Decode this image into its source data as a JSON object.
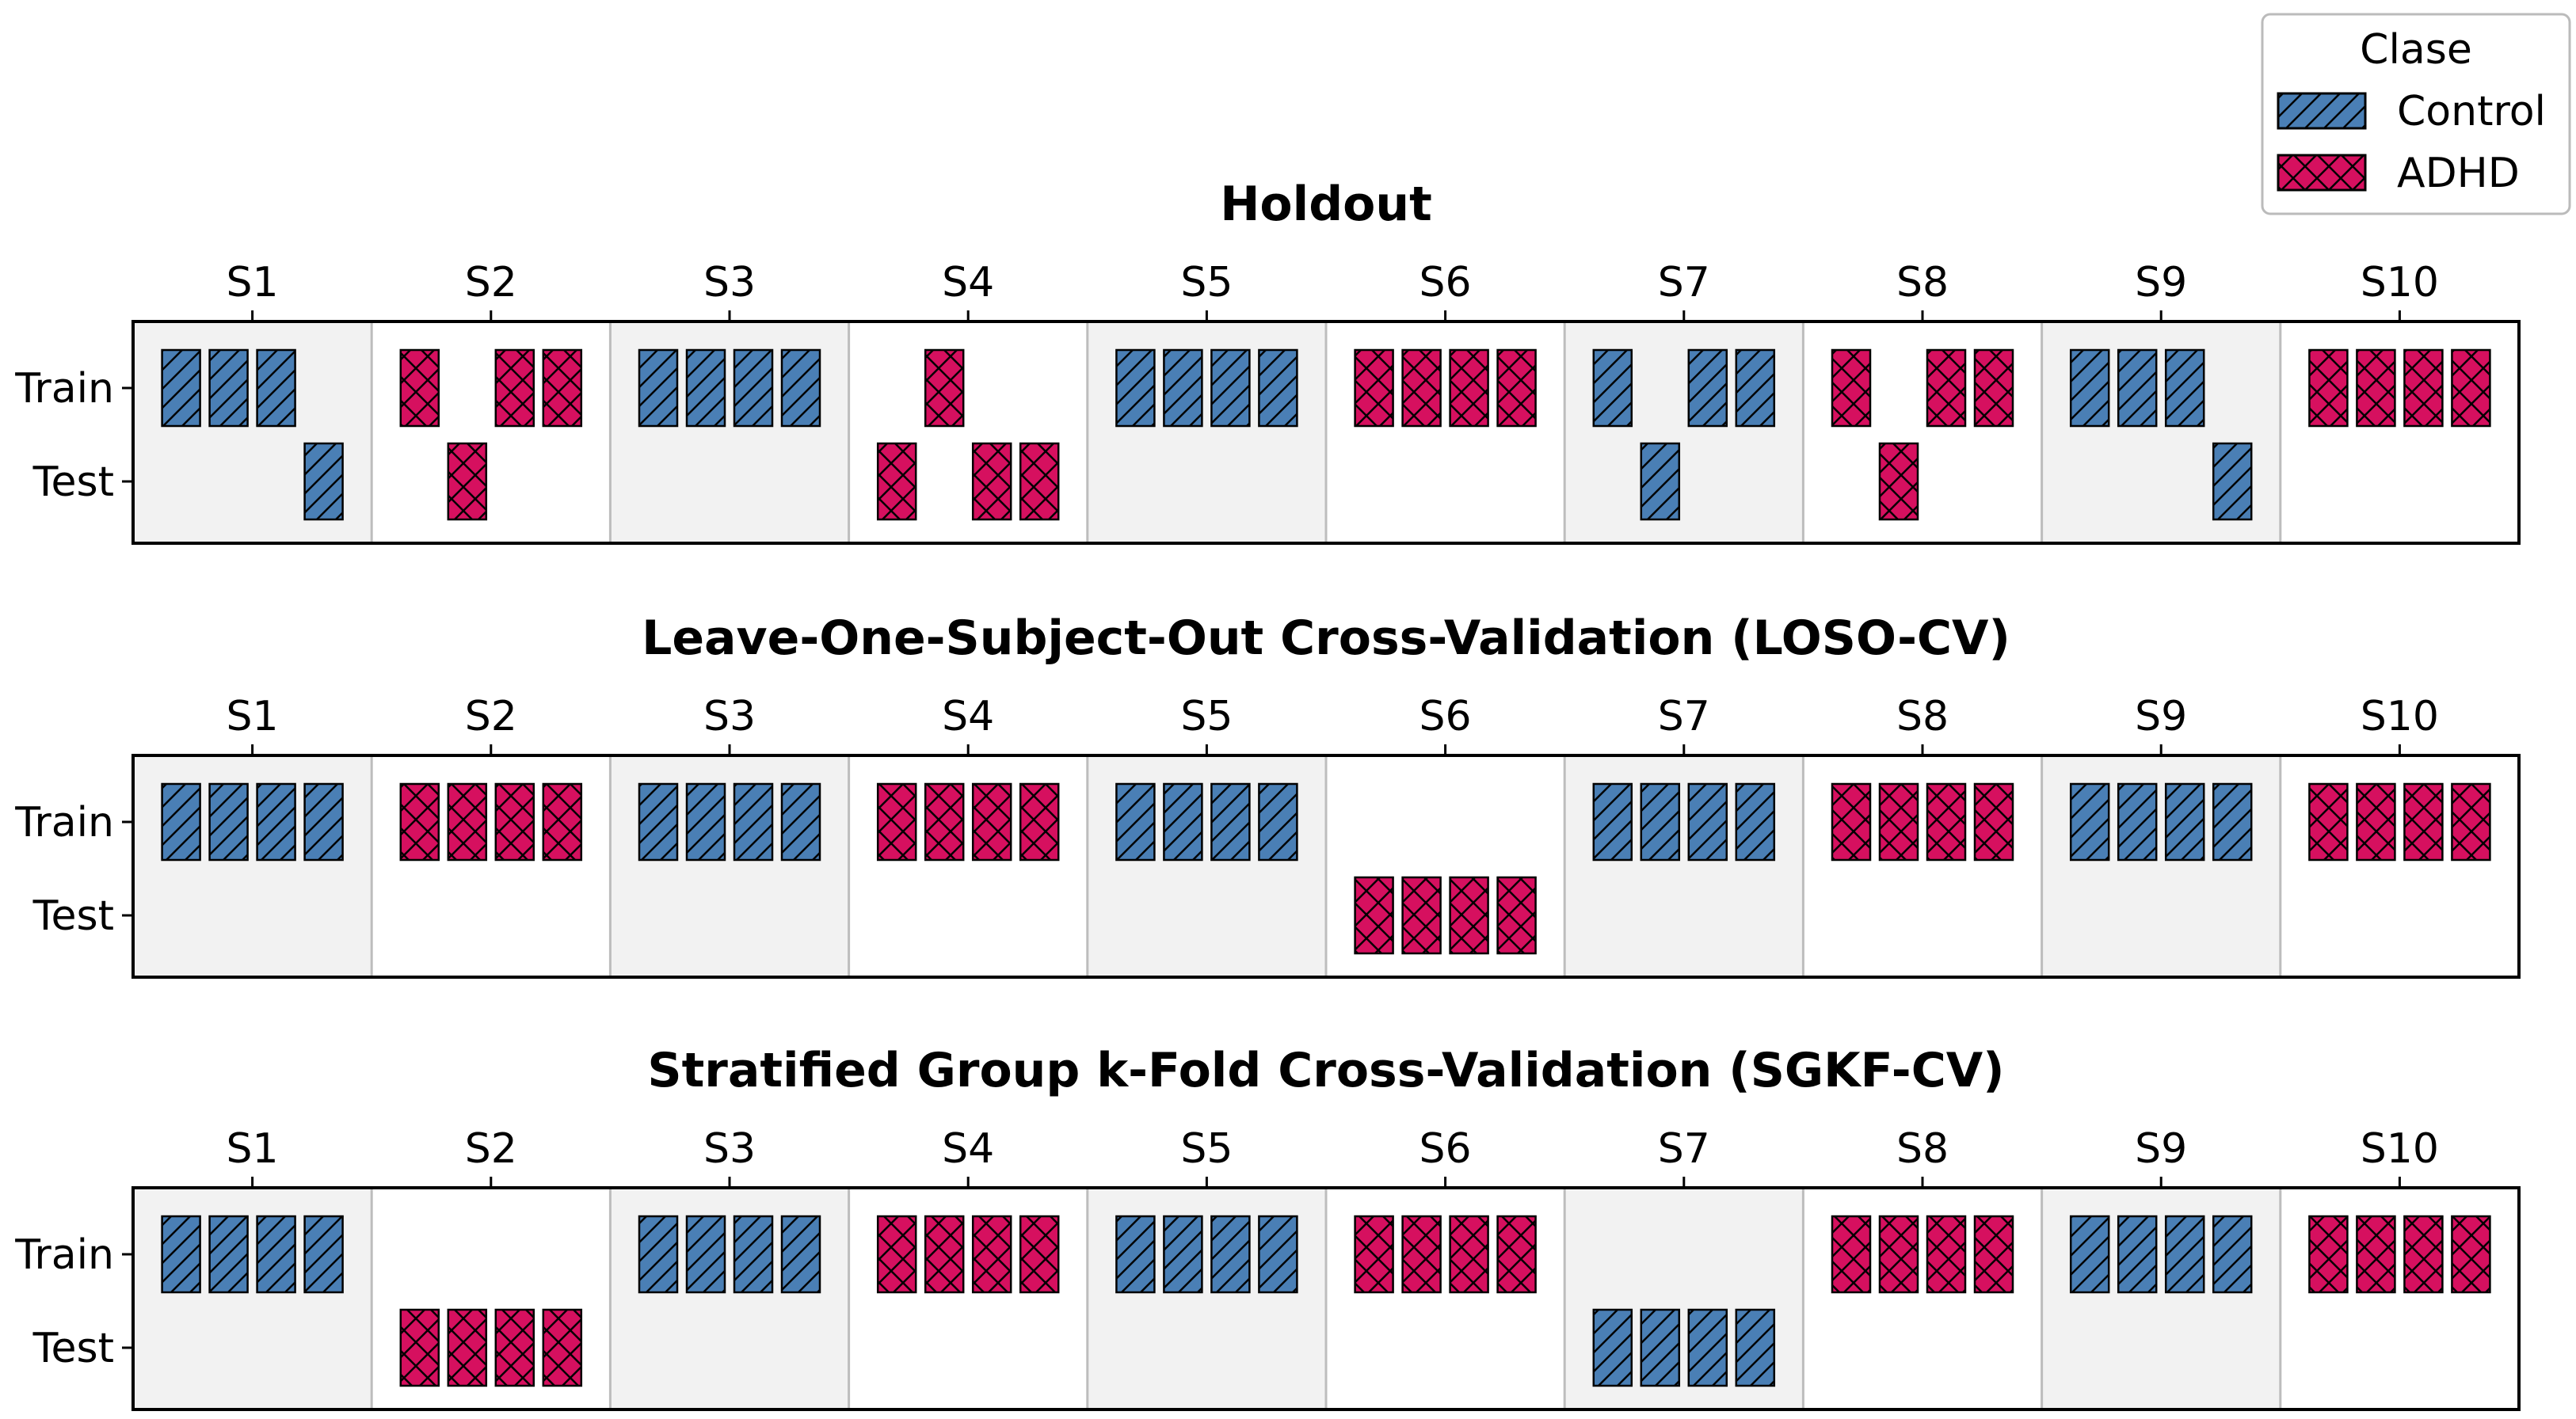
{
  "chart_data": {
    "type": "bar",
    "legend": {
      "title": "Clase",
      "placement": "top-right",
      "entries": [
        {
          "name": "Control",
          "color": "#4a7fb5",
          "hatch": "diagonal"
        },
        {
          "name": "ADHD",
          "color": "#d6105f",
          "hatch": "crosshatch"
        }
      ]
    },
    "subjects": [
      "S1",
      "S2",
      "S3",
      "S4",
      "S5",
      "S6",
      "S7",
      "S8",
      "S9",
      "S10"
    ],
    "subject_class": [
      "Control",
      "ADHD",
      "Control",
      "ADHD",
      "Control",
      "ADHD",
      "Control",
      "ADHD",
      "Control",
      "ADHD"
    ],
    "rows": [
      "Train",
      "Test"
    ],
    "panels": [
      {
        "title": "Holdout",
        "assignments": [
          [
            "Train",
            "Train",
            "Train",
            "Test"
          ],
          [
            "Train",
            "Test",
            "Train",
            "Train"
          ],
          [
            "Train",
            "Train",
            "Train",
            "Train"
          ],
          [
            "Test",
            "Train",
            "Test",
            "Test"
          ],
          [
            "Train",
            "Train",
            "Train",
            "Train"
          ],
          [
            "Train",
            "Train",
            "Train",
            "Train"
          ],
          [
            "Train",
            "Test",
            "Train",
            "Train"
          ],
          [
            "Train",
            "Test",
            "Train",
            "Train"
          ],
          [
            "Train",
            "Train",
            "Train",
            "Test"
          ],
          [
            "Train",
            "Train",
            "Train",
            "Train"
          ]
        ]
      },
      {
        "title": "Leave-One-Subject-Out Cross-Validation (LOSO-CV)",
        "assignments": [
          [
            "Train",
            "Train",
            "Train",
            "Train"
          ],
          [
            "Train",
            "Train",
            "Train",
            "Train"
          ],
          [
            "Train",
            "Train",
            "Train",
            "Train"
          ],
          [
            "Train",
            "Train",
            "Train",
            "Train"
          ],
          [
            "Train",
            "Train",
            "Train",
            "Train"
          ],
          [
            "Test",
            "Test",
            "Test",
            "Test"
          ],
          [
            "Train",
            "Train",
            "Train",
            "Train"
          ],
          [
            "Train",
            "Train",
            "Train",
            "Train"
          ],
          [
            "Train",
            "Train",
            "Train",
            "Train"
          ],
          [
            "Train",
            "Train",
            "Train",
            "Train"
          ]
        ]
      },
      {
        "title": "Stratified Group k-Fold Cross-Validation (SGKF-CV)",
        "assignments": [
          [
            "Train",
            "Train",
            "Train",
            "Train"
          ],
          [
            "Test",
            "Test",
            "Test",
            "Test"
          ],
          [
            "Train",
            "Train",
            "Train",
            "Train"
          ],
          [
            "Train",
            "Train",
            "Train",
            "Train"
          ],
          [
            "Train",
            "Train",
            "Train",
            "Train"
          ],
          [
            "Train",
            "Train",
            "Train",
            "Train"
          ],
          [
            "Test",
            "Test",
            "Test",
            "Test"
          ],
          [
            "Train",
            "Train",
            "Train",
            "Train"
          ],
          [
            "Train",
            "Train",
            "Train",
            "Train"
          ],
          [
            "Train",
            "Train",
            "Train",
            "Train"
          ]
        ]
      }
    ],
    "grid": false
  }
}
